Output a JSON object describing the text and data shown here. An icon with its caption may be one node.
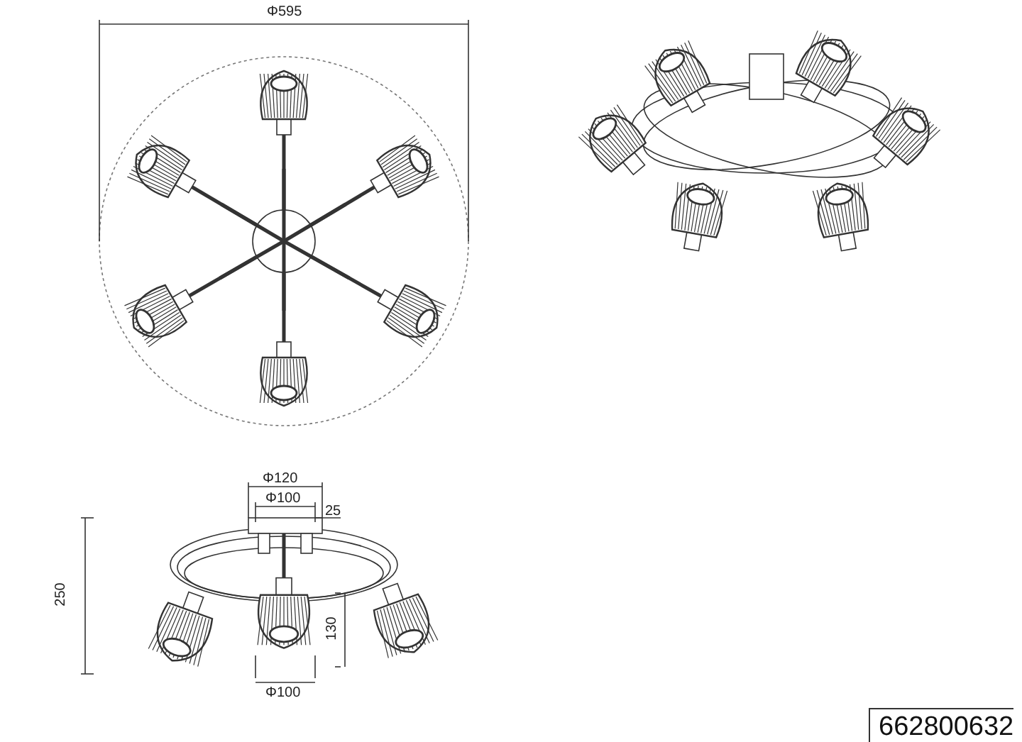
{
  "diagram": {
    "labels": [
      "Φ595",
      "Φ120",
      "Φ100",
      "25",
      "250",
      "130",
      "Φ100",
      "662800632"
    ]
  }
}
